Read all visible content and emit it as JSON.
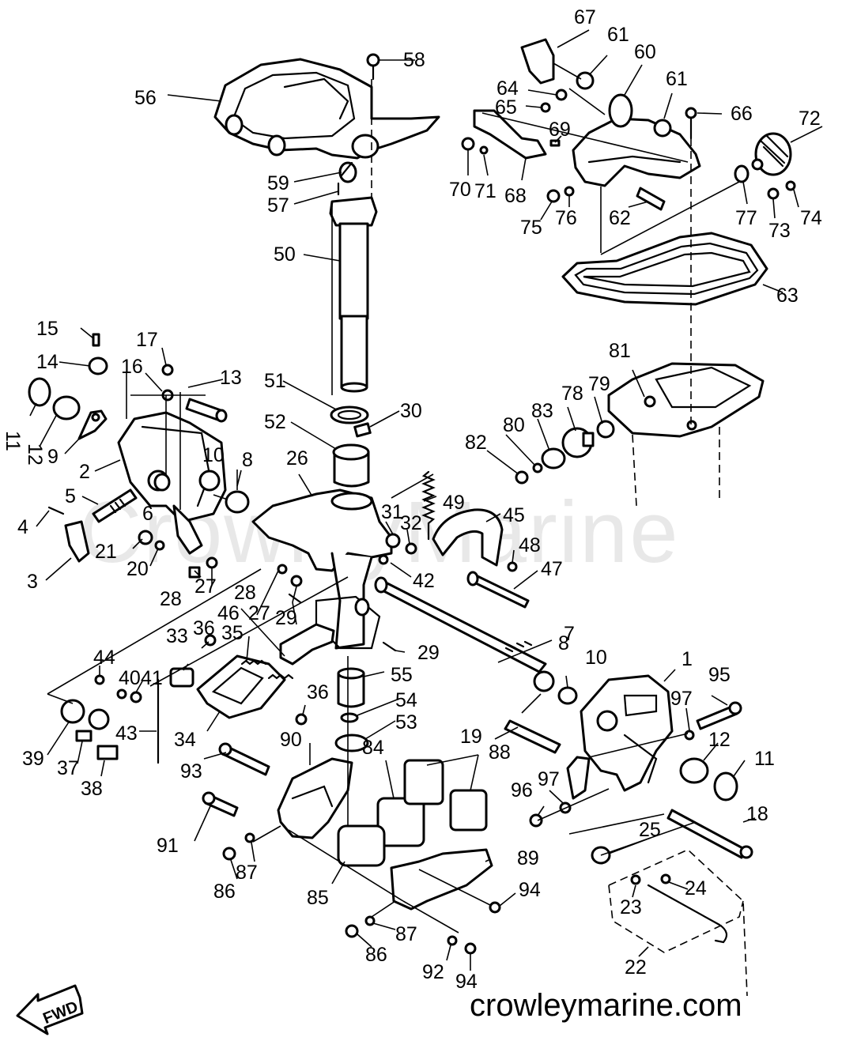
{
  "watermark": "CrowleyMarine",
  "site_url": "crowleymarine.com",
  "fwd_label": "FWD",
  "callouts": [
    {
      "id": "c1",
      "text": "1"
    },
    {
      "id": "c2",
      "text": "2"
    },
    {
      "id": "c3",
      "text": "3"
    },
    {
      "id": "c4",
      "text": "4"
    },
    {
      "id": "c5",
      "text": "5"
    },
    {
      "id": "c6",
      "text": "6"
    },
    {
      "id": "c7",
      "text": "7"
    },
    {
      "id": "c8a",
      "text": "8"
    },
    {
      "id": "c8b",
      "text": "8"
    },
    {
      "id": "c9",
      "text": "9"
    },
    {
      "id": "c10a",
      "text": "10"
    },
    {
      "id": "c10b",
      "text": "10"
    },
    {
      "id": "c11a",
      "text": "11"
    },
    {
      "id": "c11b",
      "text": "11"
    },
    {
      "id": "c12a",
      "text": "12"
    },
    {
      "id": "c12b",
      "text": "12"
    },
    {
      "id": "c13",
      "text": "13"
    },
    {
      "id": "c14",
      "text": "14"
    },
    {
      "id": "c15",
      "text": "15"
    },
    {
      "id": "c16",
      "text": "16"
    },
    {
      "id": "c17",
      "text": "17"
    },
    {
      "id": "c18",
      "text": "18"
    },
    {
      "id": "c19",
      "text": "19"
    },
    {
      "id": "c20",
      "text": "20"
    },
    {
      "id": "c21",
      "text": "21"
    },
    {
      "id": "c22",
      "text": "22"
    },
    {
      "id": "c23",
      "text": "23"
    },
    {
      "id": "c24",
      "text": "24"
    },
    {
      "id": "c25",
      "text": "25"
    },
    {
      "id": "c26",
      "text": "26"
    },
    {
      "id": "c27a",
      "text": "27"
    },
    {
      "id": "c27b",
      "text": "27"
    },
    {
      "id": "c28a",
      "text": "28"
    },
    {
      "id": "c28b",
      "text": "28"
    },
    {
      "id": "c29a",
      "text": "29"
    },
    {
      "id": "c29b",
      "text": "29"
    },
    {
      "id": "c30",
      "text": "30"
    },
    {
      "id": "c31",
      "text": "31"
    },
    {
      "id": "c32",
      "text": "32"
    },
    {
      "id": "c33",
      "text": "33"
    },
    {
      "id": "c34",
      "text": "34"
    },
    {
      "id": "c35",
      "text": "35"
    },
    {
      "id": "c36a",
      "text": "36"
    },
    {
      "id": "c36b",
      "text": "36"
    },
    {
      "id": "c37",
      "text": "37"
    },
    {
      "id": "c38",
      "text": "38"
    },
    {
      "id": "c39",
      "text": "39"
    },
    {
      "id": "c40",
      "text": "40"
    },
    {
      "id": "c41",
      "text": "41"
    },
    {
      "id": "c42",
      "text": "42"
    },
    {
      "id": "c43",
      "text": "43"
    },
    {
      "id": "c44",
      "text": "44"
    },
    {
      "id": "c45",
      "text": "45"
    },
    {
      "id": "c46",
      "text": "46"
    },
    {
      "id": "c47",
      "text": "47"
    },
    {
      "id": "c48",
      "text": "48"
    },
    {
      "id": "c49",
      "text": "49"
    },
    {
      "id": "c50",
      "text": "50"
    },
    {
      "id": "c51",
      "text": "51"
    },
    {
      "id": "c52",
      "text": "52"
    },
    {
      "id": "c53",
      "text": "53"
    },
    {
      "id": "c54",
      "text": "54"
    },
    {
      "id": "c55",
      "text": "55"
    },
    {
      "id": "c56",
      "text": "56"
    },
    {
      "id": "c57",
      "text": "57"
    },
    {
      "id": "c58",
      "text": "58"
    },
    {
      "id": "c59",
      "text": "59"
    },
    {
      "id": "c60",
      "text": "60"
    },
    {
      "id": "c61a",
      "text": "61"
    },
    {
      "id": "c61b",
      "text": "61"
    },
    {
      "id": "c62",
      "text": "62"
    },
    {
      "id": "c63",
      "text": "63"
    },
    {
      "id": "c64",
      "text": "64"
    },
    {
      "id": "c65",
      "text": "65"
    },
    {
      "id": "c66",
      "text": "66"
    },
    {
      "id": "c67",
      "text": "67"
    },
    {
      "id": "c68",
      "text": "68"
    },
    {
      "id": "c69",
      "text": "69"
    },
    {
      "id": "c70",
      "text": "70"
    },
    {
      "id": "c71",
      "text": "71"
    },
    {
      "id": "c72",
      "text": "72"
    },
    {
      "id": "c73",
      "text": "73"
    },
    {
      "id": "c74",
      "text": "74"
    },
    {
      "id": "c75",
      "text": "75"
    },
    {
      "id": "c76",
      "text": "76"
    },
    {
      "id": "c77",
      "text": "77"
    },
    {
      "id": "c78",
      "text": "78"
    },
    {
      "id": "c79",
      "text": "79"
    },
    {
      "id": "c80",
      "text": "80"
    },
    {
      "id": "c81",
      "text": "81"
    },
    {
      "id": "c82",
      "text": "82"
    },
    {
      "id": "c83",
      "text": "83"
    },
    {
      "id": "c84",
      "text": "84"
    },
    {
      "id": "c85",
      "text": "85"
    },
    {
      "id": "c86a",
      "text": "86"
    },
    {
      "id": "c86b",
      "text": "86"
    },
    {
      "id": "c87a",
      "text": "87"
    },
    {
      "id": "c87b",
      "text": "87"
    },
    {
      "id": "c88",
      "text": "88"
    },
    {
      "id": "c89",
      "text": "89"
    },
    {
      "id": "c90",
      "text": "90"
    },
    {
      "id": "c91",
      "text": "91"
    },
    {
      "id": "c92",
      "text": "92"
    },
    {
      "id": "c93",
      "text": "93"
    },
    {
      "id": "c94a",
      "text": "94"
    },
    {
      "id": "c94b",
      "text": "94"
    },
    {
      "id": "c95",
      "text": "95"
    },
    {
      "id": "c96",
      "text": "96"
    },
    {
      "id": "c97a",
      "text": "97"
    },
    {
      "id": "c97b",
      "text": "97"
    }
  ]
}
